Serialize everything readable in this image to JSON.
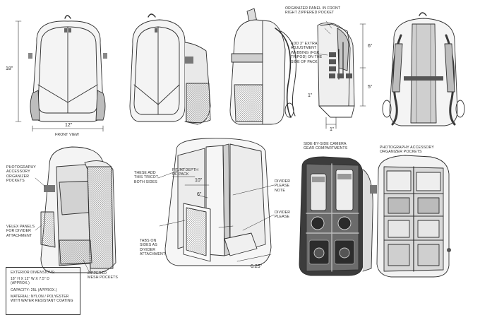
{
  "labels": {
    "front_view": "FRONT VIEW",
    "organizer_panel": "ORGANIZER PANEL IN FRONT\nRIGHT ZIPPERED POCKET",
    "add_webbing": "ADD 3\" EXTRA\nADJUSTMENT\nWEBBING (FOR\nTRIPOD) ON THE\nSIDE OF PACK",
    "photo_accessory_pockets": "PHOTOGRAPHY\nACCESSORY\nORGANIZER\nPOCKETS",
    "velex_panels": "VELEX PANELS\nFOR DIVIDER\nATTACHMENT",
    "zippered_mesh": "ZIPPERED\nMESH POCKETS",
    "tricot": "THESE ADD\nTHIS TRICOT\nBOTH SIDES",
    "fit_depth": "FIT TO DEPTH\nOF PACK",
    "tabs_sides": "TABS ON\nSIDES AS\nDIVIDER\nATTACHMENT",
    "divider_note": "DIVIDER\nPLEASE\nNOTE",
    "divider_please": "DIVIDER\nPLEASE",
    "camera_compartments": "SIDE-BY-SIDE CAMERA\nGEAR COMPARTMENTS",
    "photo_accessory_pockets_2": "PHOTOGRAPHY ACCESSORY\nORGANIZER POCKETS"
  },
  "dimensions": {
    "height_18": "18\"",
    "width_12": "12\"",
    "d6": "6\"",
    "d5": "5\"",
    "d1a": "1\"",
    "d1b": "1\"",
    "d10": "10\"",
    "d6b": "6\"",
    "d625": "6.25\""
  },
  "specs": {
    "exterior_title": "EXTERIOR DIMENSIONS:",
    "exterior_value": "18\" H X 12\" W X 7.5\" D\n(APPROX.)",
    "capacity": "CAPACITY:  25L (APPROX.)",
    "material": "MATERIAL:  NYLON / POLYESTER\nWITH WATER RESISTANT COATING"
  },
  "colors": {
    "line": "#2f2f2f",
    "fill_light": "#eeeeee",
    "fill_mid": "#bdbdbd",
    "fill_dark": "#6e6e6e",
    "mesh": "#9a9a9a"
  }
}
